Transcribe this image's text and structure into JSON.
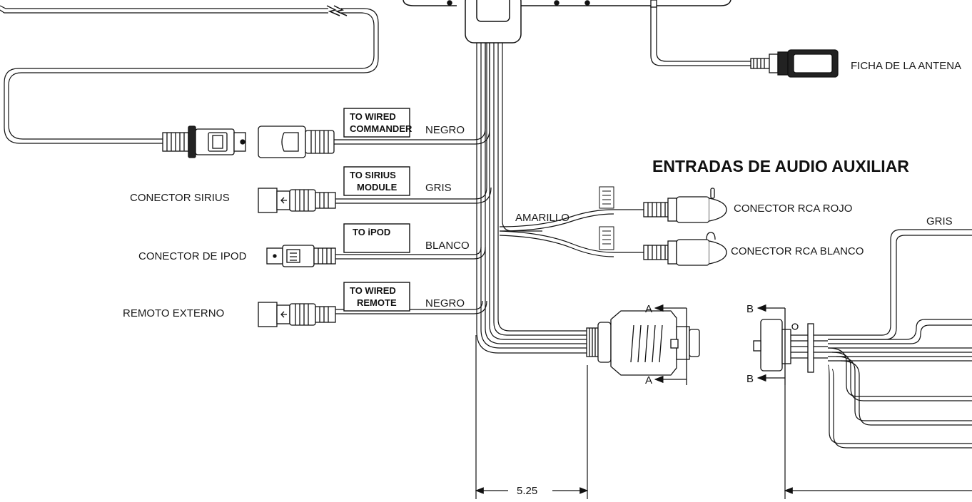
{
  "heading": "ENTRADAS DE AUDIO AUXILIAR",
  "labels": {
    "antenna": "FICHA DE LA ANTENA",
    "sirius_connector": "CONECTOR SIRIUS",
    "ipod_connector": "CONECTOR DE IPOD",
    "external_remote": "REMOTO EXTERNO",
    "rca_red": "CONECTOR RCA ROJO",
    "rca_white": "CONECTOR RCA BLANCO",
    "yellow": "AMARILLO",
    "gray_right": "GRIS"
  },
  "wires": [
    {
      "tag_line1": "TO  WIRED",
      "tag_line2": "COMMANDER",
      "color": "NEGRO"
    },
    {
      "tag_line1": "TO  SIRIUS",
      "tag_line2": "MODULE",
      "color": "GRIS"
    },
    {
      "tag_line1": "TO  iPOD",
      "tag_line2": "",
      "color": "BLANCO"
    },
    {
      "tag_line1": "TO  WIRED",
      "tag_line2": "REMOTE",
      "color": "NEGRO"
    }
  ],
  "section_marks": {
    "a": "A",
    "b": "B"
  },
  "dimension": "5.25"
}
